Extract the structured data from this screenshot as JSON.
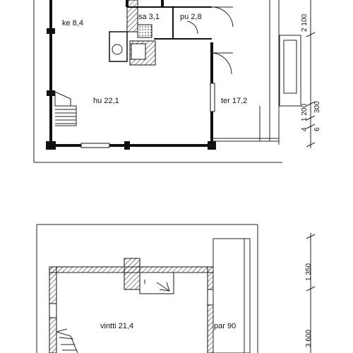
{
  "rooms": {
    "ke": "ke  8,4",
    "sa": "sa 3,1",
    "pu": "pu 2,8",
    "hu": "hu  22,1",
    "ter": "ter  17,2",
    "vintti": "vintti  21,4",
    "par": "par 90"
  },
  "dimensions": {
    "upper": [
      "2 100",
      "1 200",
      "300",
      "4",
      "6"
    ],
    "lower": [
      "1 350",
      "3 600"
    ]
  }
}
